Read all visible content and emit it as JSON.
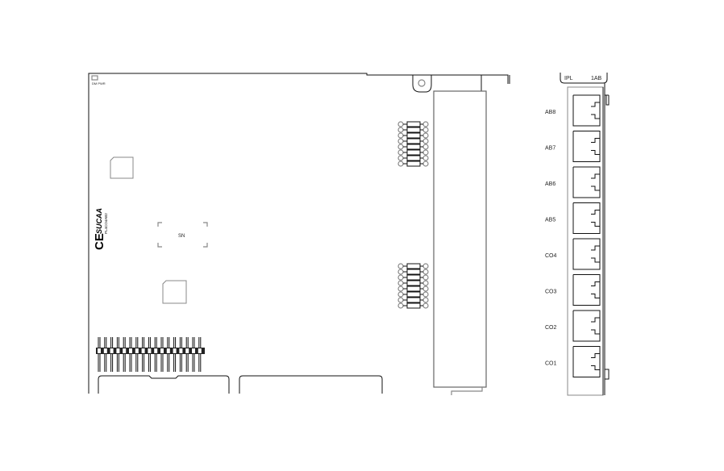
{
  "board": {
    "brand": "SUCAA",
    "model": "PL4CO4AB2",
    "ce_mark": "CE",
    "logo": "DM PWR",
    "sn_label": "SN"
  },
  "panel": {
    "header_left": "IPL",
    "header_right": "1AB",
    "ports": [
      {
        "label": "AB8"
      },
      {
        "label": "AB7"
      },
      {
        "label": "AB6"
      },
      {
        "label": "AB5"
      },
      {
        "label": "CO4"
      },
      {
        "label": "CO3"
      },
      {
        "label": "CO2"
      },
      {
        "label": "CO1"
      }
    ]
  }
}
